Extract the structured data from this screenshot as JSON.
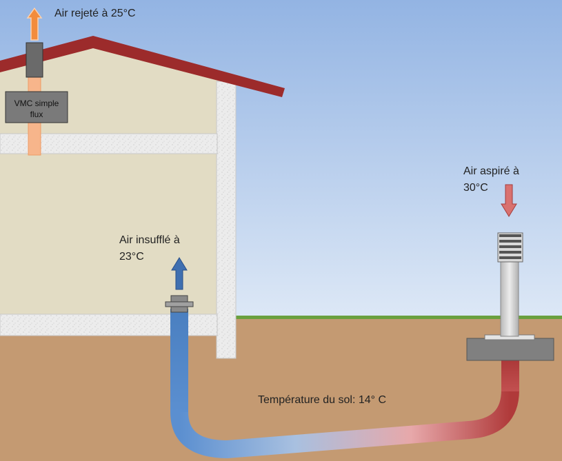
{
  "labels": {
    "exhaust": "Air rejeté à 25°C",
    "vmc_line1": "VMC simple",
    "vmc_line2": "flux",
    "supply_line1": "Air insufflé à",
    "supply_line2": "23°C",
    "intake_line1": "Air aspiré à",
    "intake_line2": "30°C",
    "soil": "Température du sol: 14° C"
  },
  "colors": {
    "sky_top": "#93b4e3",
    "sky_bottom": "#dde8f6",
    "soil": "#c49a72",
    "grass": "#6aa03e",
    "wall": "#e2dcc4",
    "roof": "#9c2b2b",
    "insulation": "#e9e9e9",
    "exhaust_pipe": "#f7b58b",
    "exhaust_arrow": "#f28c3d",
    "cold_pipe": "#4f86c6",
    "cold_arrow": "#3f6fb0",
    "hot_pipe": "#a83232",
    "hot_arrow": "#d9716f",
    "vmc_box": "#7a7a7a",
    "duct_dark": "#606060",
    "base_plate": "#808080"
  },
  "icons": [
    "up-arrow-icon",
    "down-arrow-icon"
  ]
}
